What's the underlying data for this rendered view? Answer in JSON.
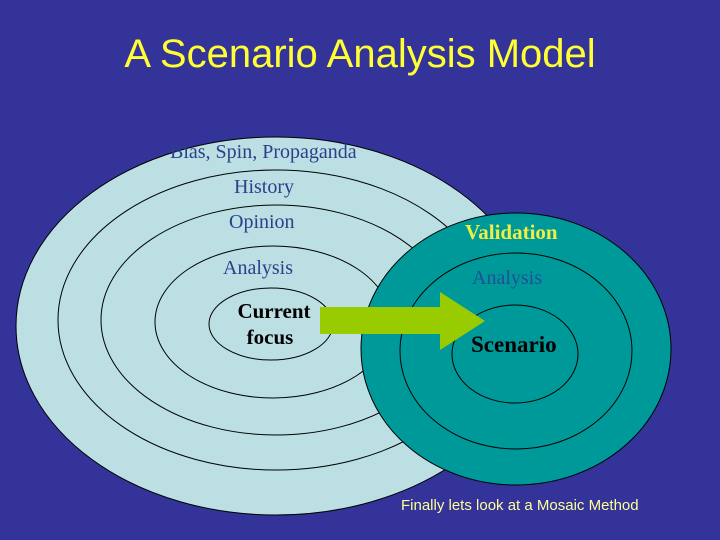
{
  "slide": {
    "title": "A Scenario Analysis Model",
    "background_color": "#333399",
    "title_color": "#ffff33"
  },
  "left_model": {
    "fill_color": "#bbdfe3",
    "rings": [
      {
        "label": "Bias, Spin, Propaganda"
      },
      {
        "label": "History"
      },
      {
        "label": "Opinion"
      },
      {
        "label": "Analysis"
      },
      {
        "label_line1": "Current",
        "label_line2": "focus"
      }
    ]
  },
  "right_model": {
    "fill_color": "#009999",
    "rings": [
      {
        "label": "Validation"
      },
      {
        "label": "Analysis"
      },
      {
        "label": "Scenario"
      }
    ]
  },
  "arrow": {
    "icon": "arrow-right-icon",
    "color": "#99cc00"
  },
  "footer": {
    "text": "Finally lets look at a Mosaic Method"
  }
}
